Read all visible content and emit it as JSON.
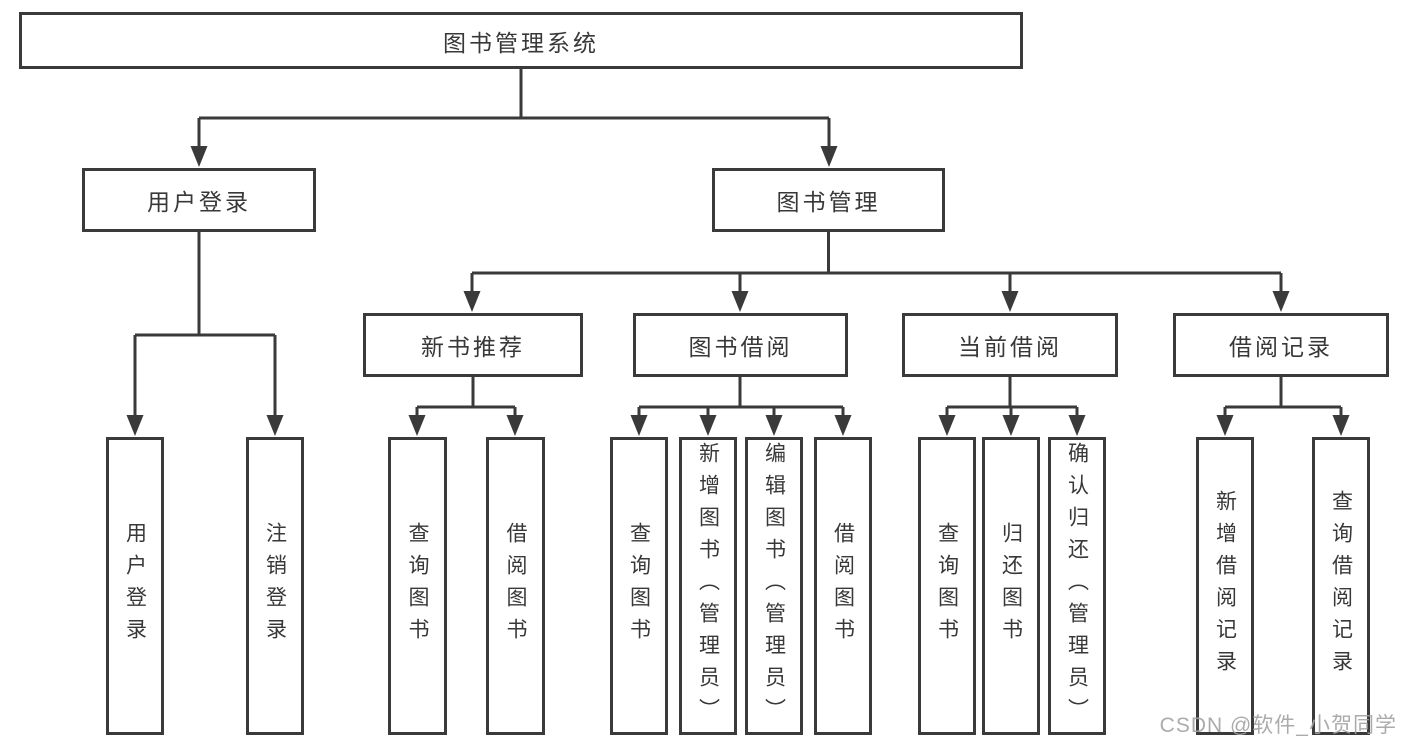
{
  "tree": {
    "root": "图书管理系统",
    "branches": [
      {
        "label": "用户登录",
        "children": [
          "用户登录",
          "注销登录"
        ]
      },
      {
        "label": "图书管理",
        "children": [
          {
            "label": "新书推荐",
            "children": [
              "查询图书",
              "借阅图书"
            ]
          },
          {
            "label": "图书借阅",
            "children": [
              "查询图书",
              "新增图书（管理员）",
              "编辑图书（管理员）",
              "借阅图书"
            ]
          },
          {
            "label": "当前借阅",
            "children": [
              "查询图书",
              "归还图书",
              "确认归还（管理员）"
            ]
          },
          {
            "label": "借阅记录",
            "children": [
              "新增借阅记录",
              "查询借阅记录"
            ]
          }
        ]
      }
    ]
  },
  "watermark": {
    "text": "CSDN @软件_小贺同学"
  },
  "colors": {
    "line": "#3a3a3a",
    "text": "#383838",
    "background": "#ffffff",
    "watermark": "#a3a3a3"
  }
}
